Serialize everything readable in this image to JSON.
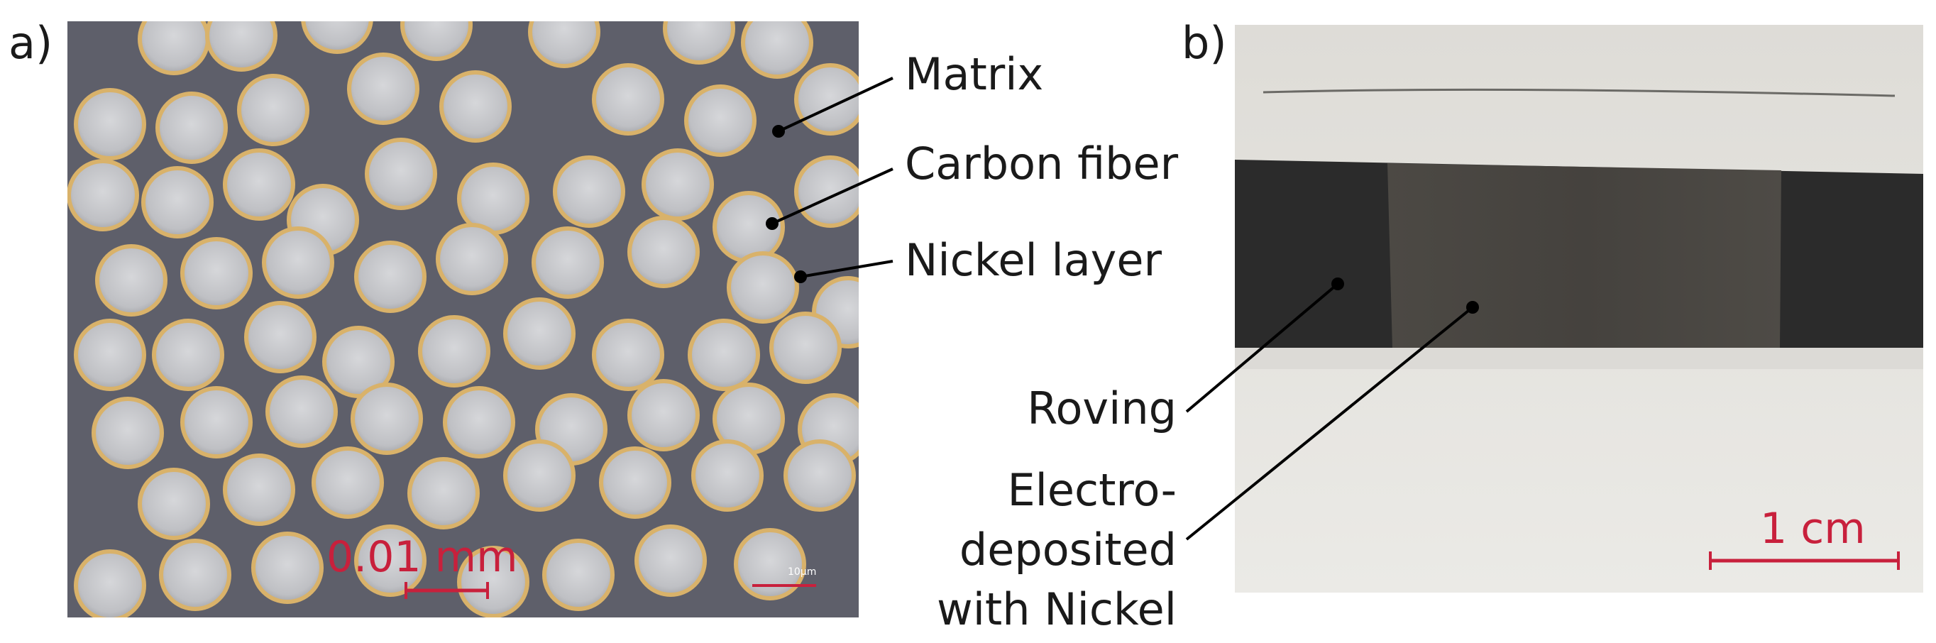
{
  "panel_a": {
    "label": "a)",
    "scalebar_label": "0.01 mm",
    "micro_scale_label": "10µm",
    "annotations": {
      "matrix": "Matrix",
      "carbon_fiber": "Carbon fiber",
      "nickel_layer": "Nickel layer"
    }
  },
  "panel_b": {
    "label": "b)",
    "scalebar_label": "1 cm",
    "annotations": {
      "roving": "Roving",
      "electro_line1": "Electro-",
      "electro_line2": "deposited",
      "electro_line3": "with Nickel"
    }
  },
  "colors": {
    "matrix": "#5e5f6a",
    "fiber_fill": "#c9cacd",
    "nickel_ring": "#d9b26a",
    "scalebar": "#c8203c",
    "roving": "#2b2b2b",
    "nickel_region": "#4a4742",
    "paper": "#e9e8e3"
  }
}
